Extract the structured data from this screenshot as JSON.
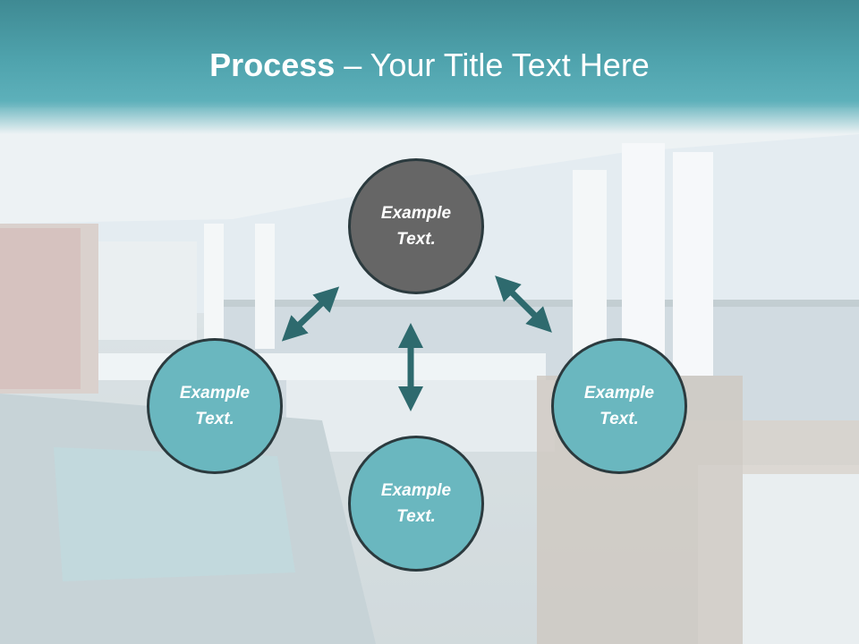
{
  "title": {
    "bold": "Process",
    "rest": " – Your Title Text Here"
  },
  "colors": {
    "header": "#4fa3ad",
    "center_circle": "#666666",
    "outer_circle": "#6ab7bf",
    "arrow": "#2e6a6e",
    "circle_border": "#2b3a3e"
  },
  "diagram": {
    "center": {
      "line1": "Example",
      "line2": "Text."
    },
    "left": {
      "line1": "Example",
      "line2": "Text."
    },
    "right": {
      "line1": "Example",
      "line2": "Text."
    },
    "bottom": {
      "line1": "Example",
      "line2": "Text."
    }
  }
}
